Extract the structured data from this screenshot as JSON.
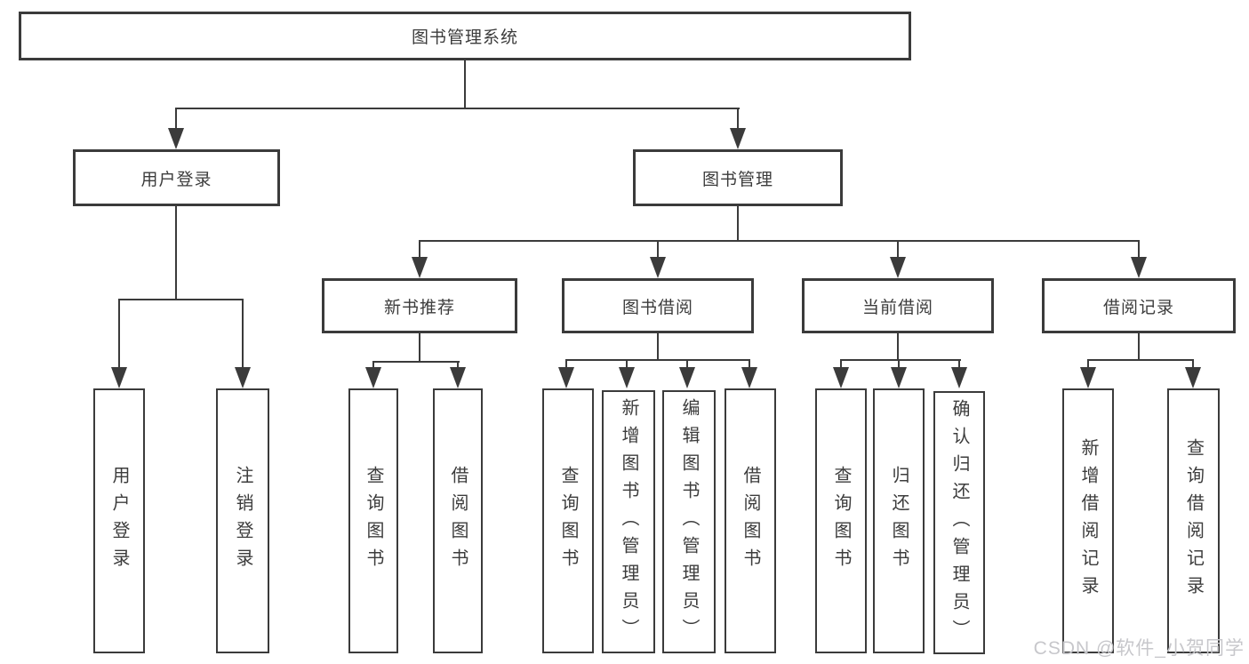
{
  "colors": {
    "line": "#3b3b3b",
    "text": "#3c3c3c",
    "box_background": "#ffffff",
    "page_background": "#ffffff",
    "watermark": "#c7c7cb"
  },
  "tree": {
    "root": "图书管理系统",
    "children": [
      {
        "label": "用户登录",
        "children": [
          {
            "label": "用户登录"
          },
          {
            "label": "注销登录"
          }
        ]
      },
      {
        "label": "图书管理",
        "children": [
          {
            "label": "新书推荐",
            "children": [
              {
                "label": "查询图书"
              },
              {
                "label": "借阅图书"
              }
            ]
          },
          {
            "label": "图书借阅",
            "children": [
              {
                "label": "查询图书"
              },
              {
                "label": "新增图书（管理员）"
              },
              {
                "label": "编辑图书（管理员）"
              },
              {
                "label": "借阅图书"
              }
            ]
          },
          {
            "label": "当前借阅",
            "children": [
              {
                "label": "查询图书"
              },
              {
                "label": "归还图书"
              },
              {
                "label": "确认归还（管理员）"
              }
            ]
          },
          {
            "label": "借阅记录",
            "children": [
              {
                "label": "新增借阅记录"
              },
              {
                "label": "查询借阅记录"
              }
            ]
          }
        ]
      }
    ]
  },
  "watermark": {
    "text": "CSDN @软件_小贺同学"
  }
}
